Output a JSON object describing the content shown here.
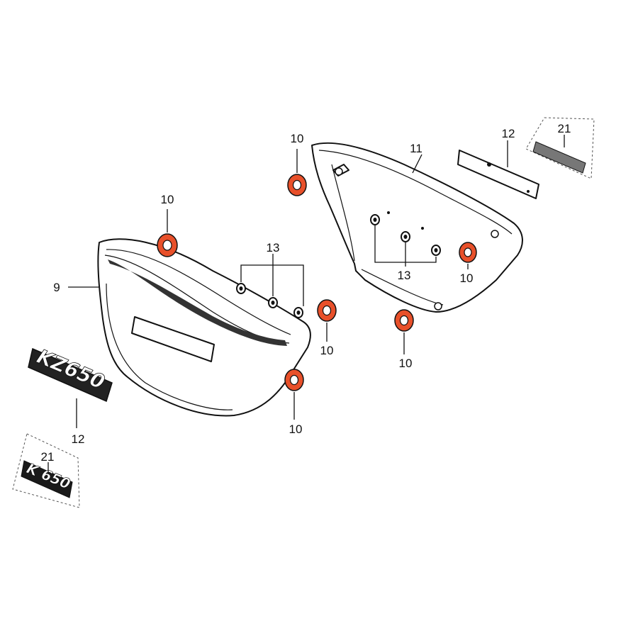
{
  "labels": {
    "grommet_a": "10",
    "grommet_b": "10",
    "grommet_c": "10",
    "grommet_d": "10",
    "grommet_e": "10",
    "grommet_f": "10",
    "left_cover": "9",
    "right_cover": "11",
    "nuts_left": "13",
    "nuts_right": "13",
    "emblem_left": "12",
    "emblem_right": "12",
    "decal_left": "21",
    "decal_right": "21"
  },
  "emblem_text": "KZ650",
  "decal_text": "K 650",
  "colors": {
    "grommet": "#e8502a",
    "line": "#111111",
    "background": "#ffffff"
  }
}
